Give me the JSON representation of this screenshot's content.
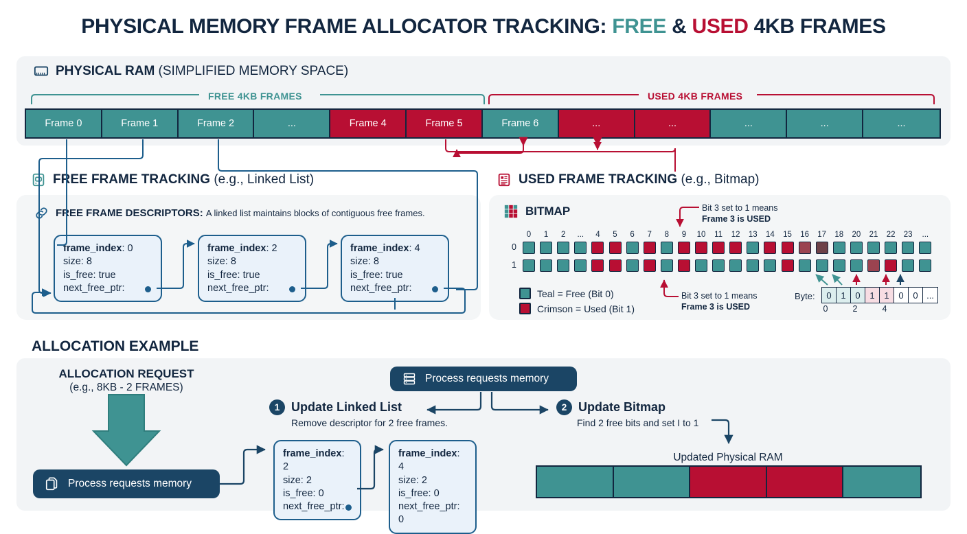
{
  "title": {
    "part1": "PHYSICAL MEMORY FRAME ALLOCATOR TRACKING: ",
    "free": "FREE",
    "amp": " & ",
    "used": "USED",
    "part2": " 4KB FRAMES"
  },
  "colors": {
    "teal": "#3f9392",
    "crimson": "#b80f33",
    "navy": "#12263f",
    "blue": "#1d5e8c",
    "panel": "#f2f4f6"
  },
  "ram": {
    "heading_bold": "PHYSICAL RAM",
    "heading_light": " (SIMPLIFIED MEMORY SPACE)",
    "icon": "ram-chip-icon",
    "bracket_free": "FREE 4KB FRAMES",
    "bracket_used": "USED 4KB FRAMES",
    "frames": [
      {
        "label": "Frame 0",
        "state": "free"
      },
      {
        "label": "Frame 1",
        "state": "free"
      },
      {
        "label": "Frame 2",
        "state": "free"
      },
      {
        "label": "...",
        "state": "free"
      },
      {
        "label": "Frame 4",
        "state": "used"
      },
      {
        "label": "Frame 5",
        "state": "used"
      },
      {
        "label": "Frame 6",
        "state": "free"
      },
      {
        "label": "...",
        "state": "used"
      },
      {
        "label": "...",
        "state": "used"
      },
      {
        "label": "...",
        "state": "free"
      },
      {
        "label": "...",
        "state": "free"
      },
      {
        "label": "...",
        "state": "free"
      }
    ]
  },
  "free_tracking": {
    "heading_bold": "FREE FRAME TRACKING",
    "heading_light": " (e.g., Linked List)",
    "icon": "document-teal-icon",
    "descriptors_label": "FREE FRAME DESCRIPTORS:",
    "descriptors_note": "A linked list maintains blocks of contiguous free frames.",
    "descriptors_icon": "link-icon",
    "nodes": [
      {
        "frame_index_key": "frame_index",
        "frame_index": "0",
        "size_key": "size",
        "size": "8",
        "is_free_key": "is_free",
        "is_free": "true",
        "next_key": "next_free_ptr",
        "next": ""
      },
      {
        "frame_index_key": "frame_index",
        "frame_index": "2",
        "size_key": "size",
        "size": "8",
        "is_free_key": "is_free",
        "is_free": "true",
        "next_key": "next_free_ptr",
        "next": ""
      },
      {
        "frame_index_key": "frame_index",
        "frame_index": "4",
        "size_key": "size",
        "size": "8",
        "is_free_key": "is_free",
        "is_free": "true",
        "next_key": "next_free_ptr",
        "next": ""
      }
    ]
  },
  "used_tracking": {
    "heading_bold": "USED FRAME TRACKING",
    "heading_light": " (e.g., Bitmap)",
    "icon": "document-red-icon",
    "bitmap_label": "BITMAP",
    "bitmap_icon": "grid-icon",
    "col_headers": [
      "0",
      "1",
      "2",
      "...",
      "4",
      "5",
      "6",
      "7",
      "8",
      "9",
      "10",
      "11",
      "12",
      "13",
      "14",
      "15",
      "16",
      "17",
      "18",
      "20",
      "21",
      "22",
      "23",
      "..."
    ],
    "row_headers": [
      "0",
      "1"
    ],
    "rows": [
      [
        "teal",
        "teal",
        "teal",
        "teal",
        "crimson",
        "crimson",
        "teal",
        "crimson",
        "teal",
        "crimson",
        "crimson",
        "crimson",
        "crimson",
        "teal",
        "crimson",
        "crimson",
        "mutedred",
        "darkred",
        "teal",
        "teal",
        "teal",
        "teal",
        "teal",
        "teal"
      ],
      [
        "teal",
        "teal",
        "teal",
        "teal",
        "crimson",
        "crimson",
        "teal",
        "crimson",
        "teal",
        "crimson",
        "teal",
        "teal",
        "teal",
        "teal",
        "teal",
        "crimson",
        "teal",
        "teal",
        "teal",
        "teal",
        "mutedred",
        "crimson",
        "teal",
        "teal"
      ]
    ],
    "legend": [
      {
        "swatch": "teal",
        "text": "Teal = Free (Bit 0)"
      },
      {
        "swatch": "crimson",
        "text": "Crimson = Used (Bit 1)"
      }
    ],
    "callout_top_line1": "Bit 3 set to 1 means",
    "callout_top_line2": "Frame 3 is USED",
    "callout_bottom_line1": "Bit 3 set to 1 means",
    "callout_bottom_line2": "Frame 3 is USED",
    "byte_label": "Byte:",
    "byte_cells": [
      {
        "value": "0",
        "tint": "tealtint"
      },
      {
        "value": "1",
        "tint": "tealtint"
      },
      {
        "value": "0",
        "tint": "tealtint"
      },
      {
        "value": "1",
        "tint": "pinktint"
      },
      {
        "value": "1",
        "tint": "pinktint"
      },
      {
        "value": "0",
        "tint": "plain"
      },
      {
        "value": "0",
        "tint": "plain"
      },
      {
        "value": "...",
        "tint": "plain"
      }
    ],
    "byte_indices": [
      "0",
      "2",
      "4"
    ]
  },
  "allocation": {
    "section_title": "ALLOCATION EXAMPLE",
    "request_title": "ALLOCATION REQUEST",
    "request_sub": "(e.g., 8KB - 2 FRAMES)",
    "arrow_icon": "down-arrow-icon",
    "pill_left": {
      "label": "Process requests memory",
      "icon": "documents-icon"
    },
    "pill_top": {
      "label": "Process requests memory",
      "icon": "server-icon"
    },
    "step1": {
      "num": "1",
      "title": "Update Linked List",
      "sub": "Remove descriptor for 2 free frames."
    },
    "step2": {
      "num": "2",
      "title": "Update Bitmap",
      "sub": "Find 2 free bits and set I to 1"
    },
    "nodes": [
      {
        "frame_index_key": "frame_index",
        "frame_index": "2",
        "size_key": "size",
        "size": "2",
        "is_free_key": "is_free",
        "is_free": "0",
        "next_key": "next_free_ptr",
        "next": ""
      },
      {
        "frame_index_key": "frame_index",
        "frame_index": "4",
        "size_key": "size",
        "size": "2",
        "is_free_key": "is_free",
        "is_free": "0",
        "next_key": "next_free_ptr",
        "next": "0"
      }
    ],
    "updated_label": "Updated Physical RAM",
    "updated_cells": [
      "free",
      "free",
      "used",
      "used",
      "free"
    ]
  }
}
